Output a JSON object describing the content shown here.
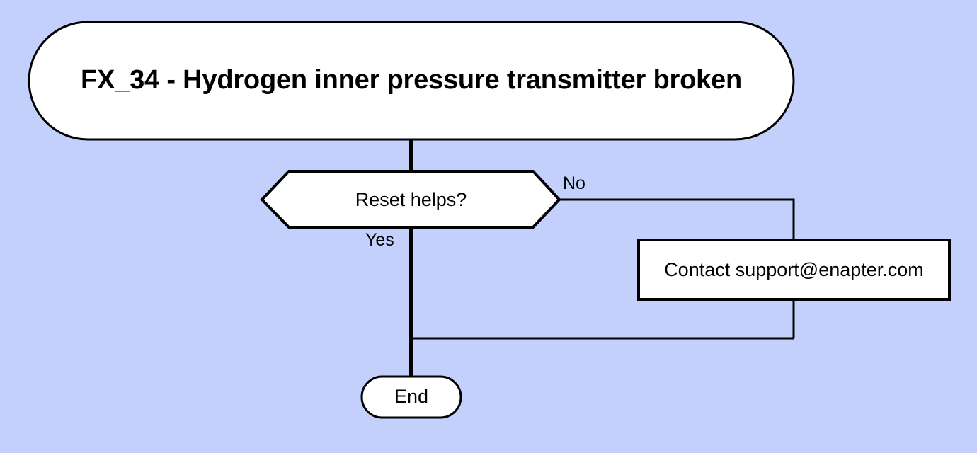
{
  "diagram": {
    "type": "flowchart",
    "background_color": "#c3d0fc",
    "node_fill_color": "#ffffff",
    "stroke_color": "#000000",
    "nodes": {
      "start": {
        "shape": "stadium",
        "label": "FX_34 - Hydrogen inner pressure transmitter broken"
      },
      "decision": {
        "shape": "hexagon",
        "label": "Reset helps?"
      },
      "process": {
        "shape": "rectangle",
        "label": "Contact support@enapter.com"
      },
      "end": {
        "shape": "stadium",
        "label": "End"
      }
    },
    "edges": {
      "no_label": "No",
      "yes_label": "Yes"
    }
  }
}
